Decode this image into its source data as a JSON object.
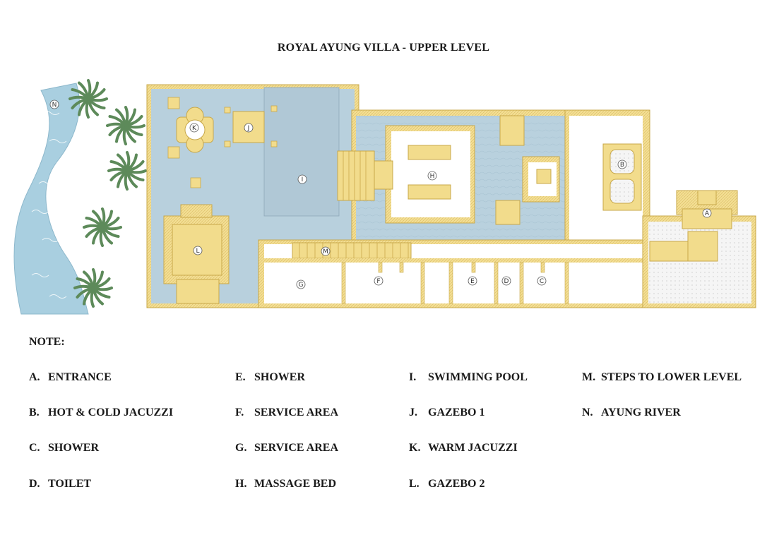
{
  "title": "ROYAL AYUNG VILLA - UPPER LEVEL",
  "note_heading": "NOTE:",
  "legend": [
    {
      "key": "A.",
      "label": "ENTRANCE"
    },
    {
      "key": "B.",
      "label": "HOT & COLD JACUZZI"
    },
    {
      "key": "C.",
      "label": "SHOWER"
    },
    {
      "key": "D.",
      "label": "TOILET"
    },
    {
      "key": "E.",
      "label": "SHOWER"
    },
    {
      "key": "F.",
      "label": "SERVICE AREA"
    },
    {
      "key": "G.",
      "label": "SERVICE AREA"
    },
    {
      "key": "H.",
      "label": "MASSAGE BED"
    },
    {
      "key": "I.",
      "label": "SWIMMING POOL"
    },
    {
      "key": "J.",
      "label": "GAZEBO 1"
    },
    {
      "key": "K.",
      "label": "WARM JACUZZI"
    },
    {
      "key": "L.",
      "label": "GAZEBO 2"
    },
    {
      "key": "M.",
      "label": "STEPS TO LOWER LEVEL"
    },
    {
      "key": "N.",
      "label": "AYUNG RIVER"
    }
  ],
  "plan_markers": {
    "a": "A",
    "b": "B",
    "c": "C",
    "d": "D",
    "e": "E",
    "f": "F",
    "g": "G",
    "h": "H",
    "i": "I",
    "j": "J",
    "k": "K",
    "l": "L",
    "m": "M",
    "n": "N"
  },
  "colors": {
    "wall": "#f2dc8c",
    "wall_stroke": "#c8a84a",
    "pool": "#b8d0dd",
    "river": "#a9cfe0",
    "floor": "#ffffff",
    "palm": "#5d8a5a"
  }
}
